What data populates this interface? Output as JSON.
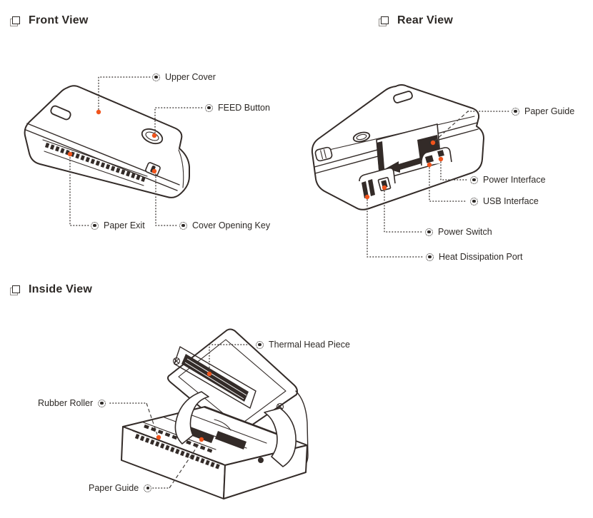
{
  "colors": {
    "line": "#332b28",
    "anchor_dot": "#f0541c",
    "text": "#2d2926"
  },
  "sections": {
    "front": {
      "heading": "Front View",
      "labels": {
        "upper_cover": "Upper Cover",
        "feed_button": "FEED Button",
        "paper_exit": "Paper Exit",
        "cover_opening_key": "Cover Opening Key"
      }
    },
    "rear": {
      "heading": "Rear View",
      "labels": {
        "paper_guide": "Paper Guide",
        "power_interface": "Power Interface",
        "usb_interface": "USB Interface",
        "power_switch": "Power Switch",
        "heat_dissipation_port": "Heat Dissipation Port"
      }
    },
    "inside": {
      "heading": "Inside View",
      "labels": {
        "thermal_head_piece": "Thermal Head Piece",
        "rubber_roller": "Rubber Roller",
        "paper_guide": "Paper Guide"
      }
    }
  }
}
